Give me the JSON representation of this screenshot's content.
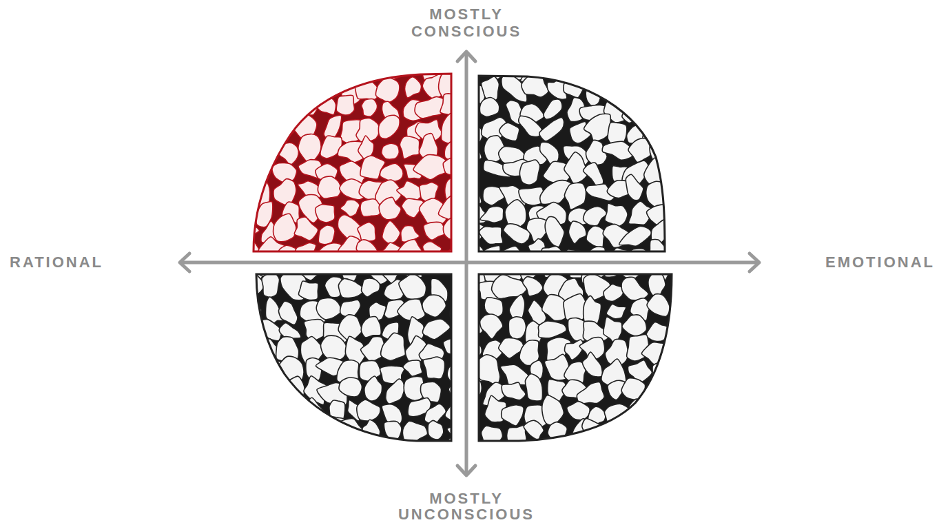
{
  "diagram": {
    "labels": [
      "MOSTLY CONSCIOUS",
      "RATIONAL",
      "EMOTIONAL",
      "MOSTLY UNCONSCIOUS"
    ]
  }
}
